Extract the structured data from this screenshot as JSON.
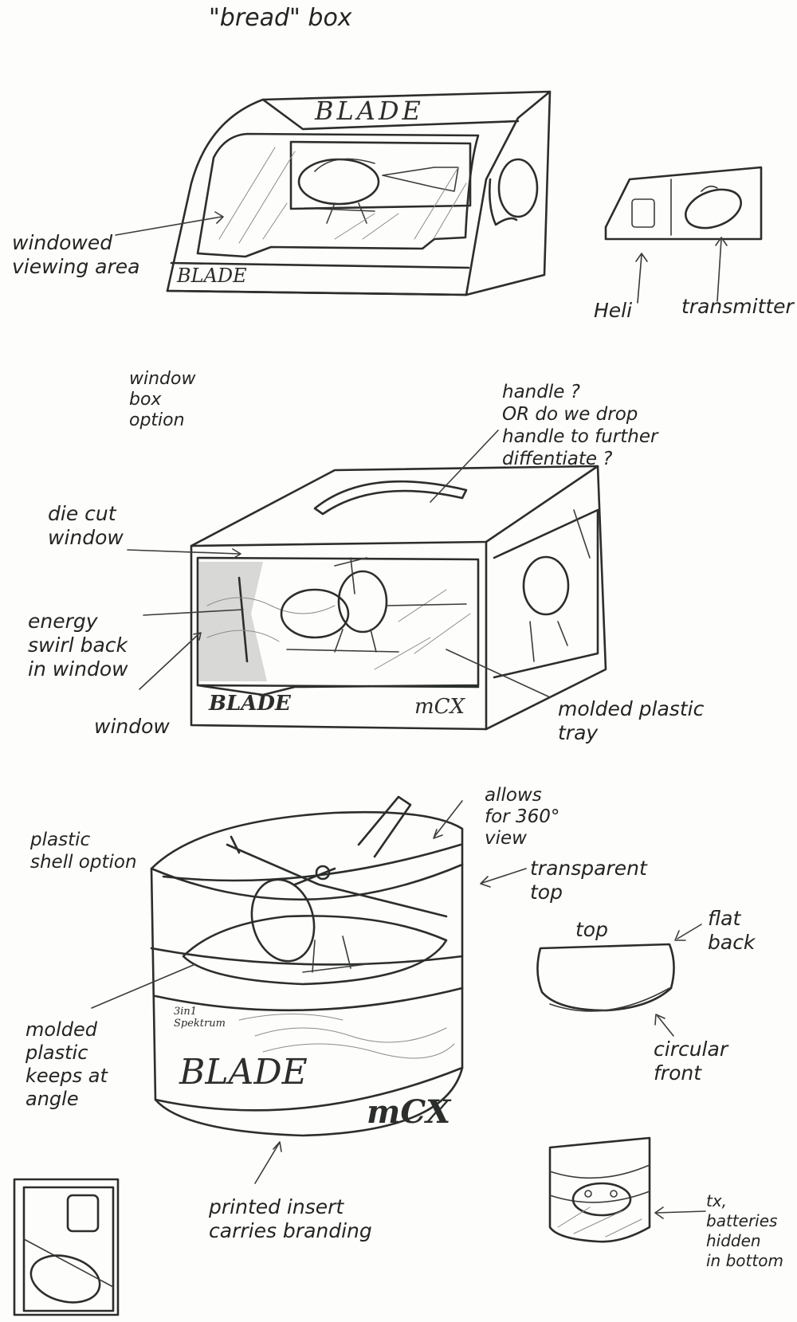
{
  "title": "\"bread\" box",
  "bread_box": {
    "brand_top": "BLADE",
    "brand_front": "BLADE",
    "label_window": "windowed\nviewing area",
    "label_heli": "Heli",
    "label_transmitter": "transmitter"
  },
  "window_box": {
    "option_label": "window\nbox\noption",
    "label_handle": "handle ?\nOR do we drop\nhandle to further\ndiffentiate ?",
    "label_die_cut": "die cut\nwindow",
    "label_energy": "energy\nswirl back\nin window",
    "label_window": "window",
    "label_tray": "molded plastic\ntray",
    "brand_left": "BLADE",
    "brand_right": "mCX"
  },
  "plastic_shell": {
    "option_label": "plastic\nshell option",
    "label_360": "allows\nfor 360°\nview",
    "label_transparent": "transparent\ntop",
    "label_top": "top",
    "label_flat_back": "flat\nback",
    "label_circular_front": "circular\nfront",
    "label_molded": "molded\nplastic\nkeeps at\nangle",
    "label_insert": "printed insert\ncarries branding",
    "label_tx": "tx,\nbatteries\nhidden\nin bottom",
    "brand_small": "3in1\nSpektrum",
    "brand_main": "BLADE",
    "brand_model": "mCX"
  }
}
